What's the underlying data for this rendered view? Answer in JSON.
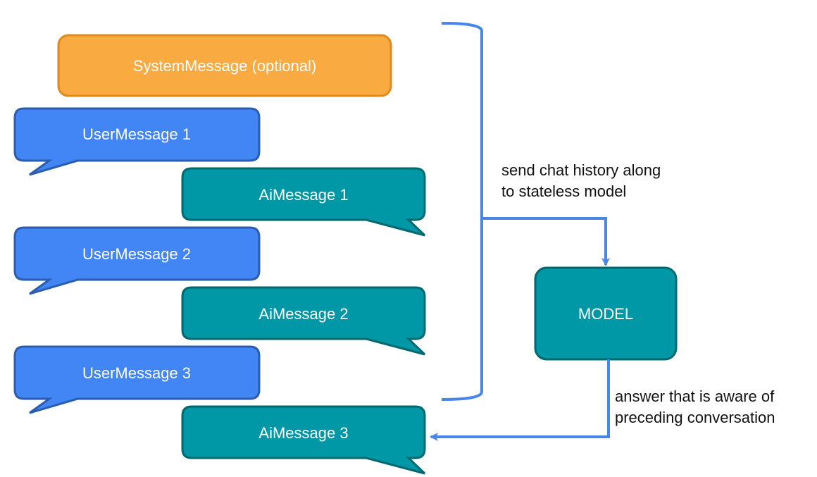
{
  "colors": {
    "system_fill": "#F9AA40",
    "system_stroke": "#E08A1E",
    "user_fill": "#4285F4",
    "user_stroke": "#2A5DB0",
    "ai_fill": "#0097A7",
    "ai_stroke": "#00686F",
    "model_fill": "#0097A7",
    "model_stroke": "#00686F",
    "arrow": "#4A86E8"
  },
  "messages": {
    "system": "SystemMessage (optional)",
    "user1": "UserMessage 1",
    "ai1": "AiMessage 1",
    "user2": "UserMessage 2",
    "ai2": "AiMessage 2",
    "user3": "UserMessage 3",
    "ai3": "AiMessage 3"
  },
  "model": {
    "label": "MODEL"
  },
  "notes": {
    "send_line1": "send chat history along",
    "send_line2": "to stateless model",
    "answer_line1": "answer that is aware of",
    "answer_line2": "preceding conversation"
  }
}
